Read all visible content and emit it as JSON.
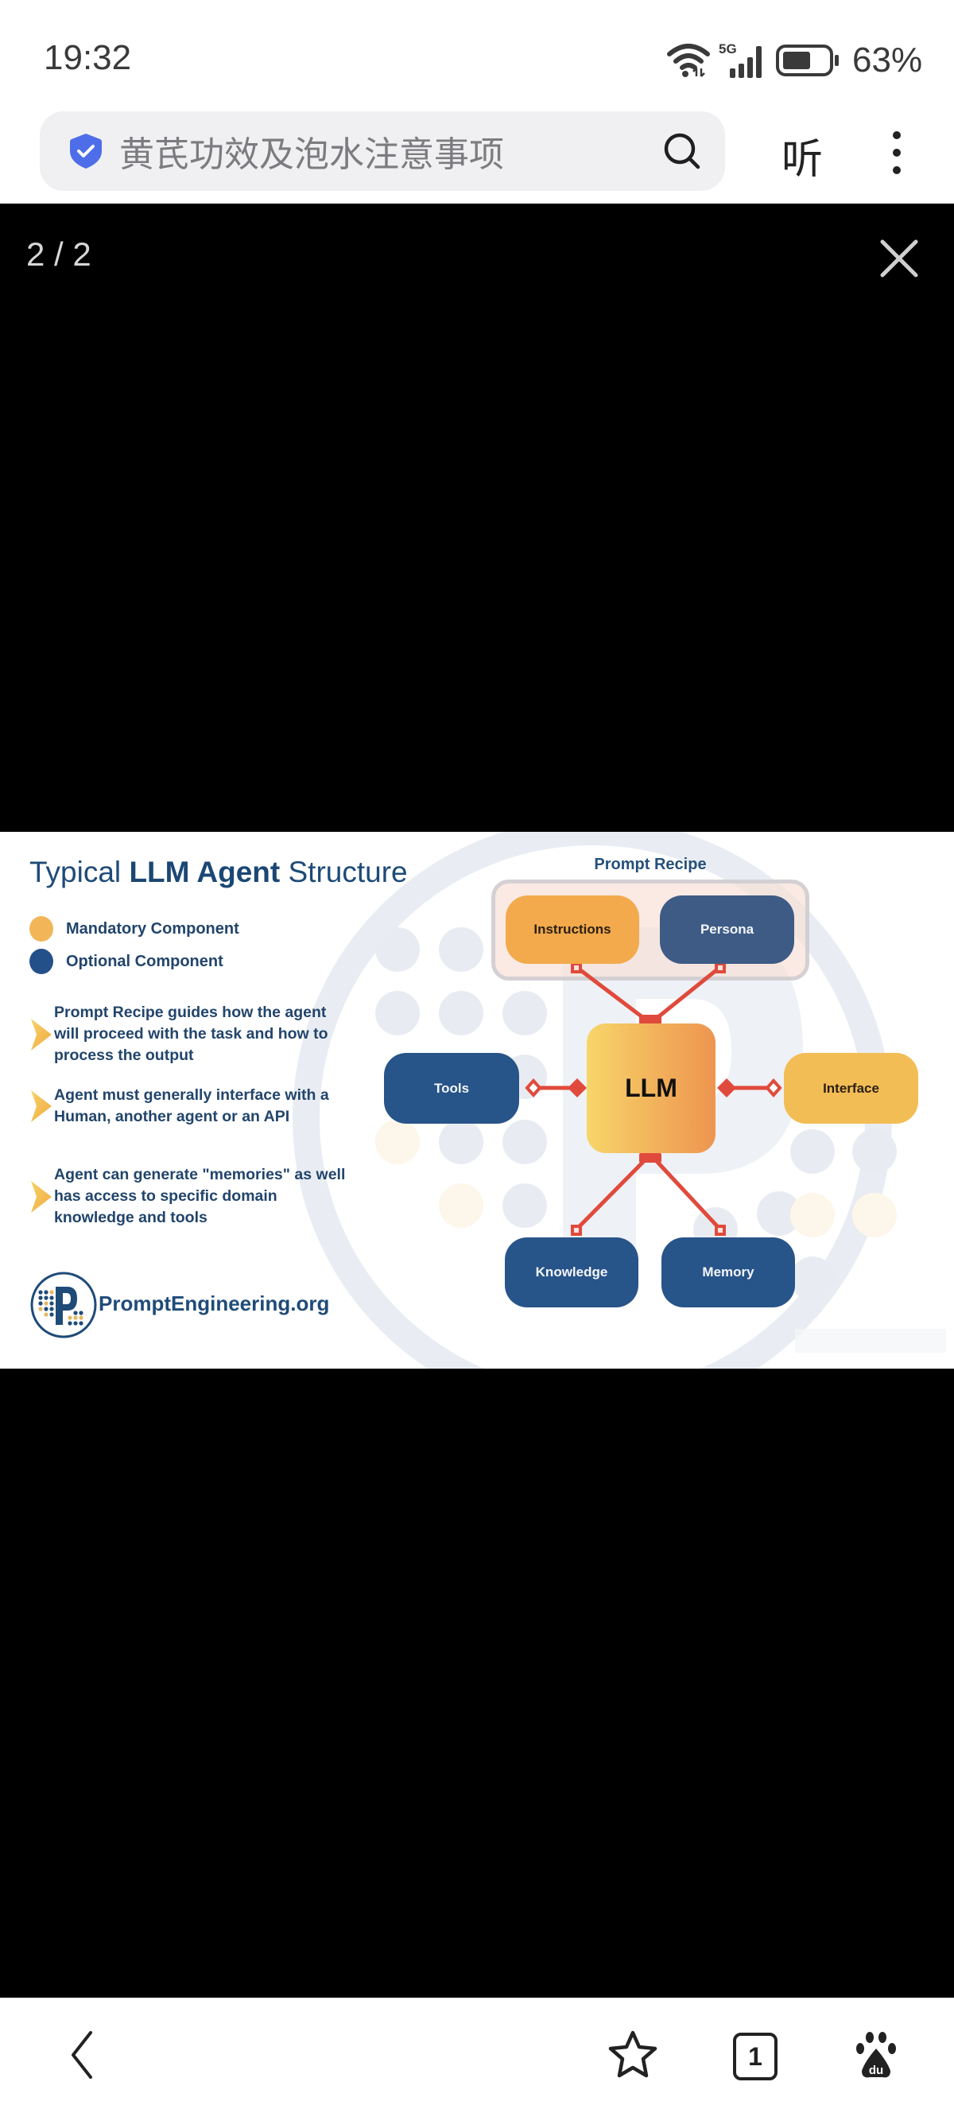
{
  "status_bar": {
    "time": "19:32",
    "network": "5G",
    "battery_percent": "63%",
    "battery_level": 0.63,
    "icons": [
      "wifi-icon",
      "cellular-signal-icon",
      "battery-icon"
    ]
  },
  "address_bar": {
    "search_text": "黄芪功效及泡水注意事项",
    "security_icon": "shield-check-icon",
    "search_icon": "search-icon",
    "listen_label": "听",
    "menu_icon": "more-vertical-icon"
  },
  "viewer": {
    "counter": "2 / 2",
    "close_icon": "close-icon"
  },
  "infographic": {
    "title_parts": [
      "Typical ",
      "LLM  Agent",
      " Structure"
    ],
    "legend": [
      {
        "label": "Mandatory Component",
        "color": "#f2b659"
      },
      {
        "label": "Optional Component",
        "color": "#24508a"
      }
    ],
    "bullets": [
      "Prompt Recipe guides how the agent will proceed with the task and how to process the output",
      "Agent must generally interface with a Human, another agent or an API",
      "Agent can generate \"memories\" as well has access to specific domain knowledge and tools"
    ],
    "logo_text": "PromptEngineering.org",
    "diagram": {
      "group_label": "Prompt Recipe",
      "center": "LLM",
      "nodes": {
        "instructions": "Instructions",
        "persona": "Persona",
        "tools": "Tools",
        "interface": "Interface",
        "knowledge": "Knowledge",
        "memory": "Memory"
      },
      "connector_color": "#e04a3c"
    }
  },
  "bottom_nav": {
    "back_icon": "back-chevron-icon",
    "favorite_icon": "star-icon",
    "tabs_count": "1",
    "baidu_icon": "baidu-paw-icon"
  }
}
